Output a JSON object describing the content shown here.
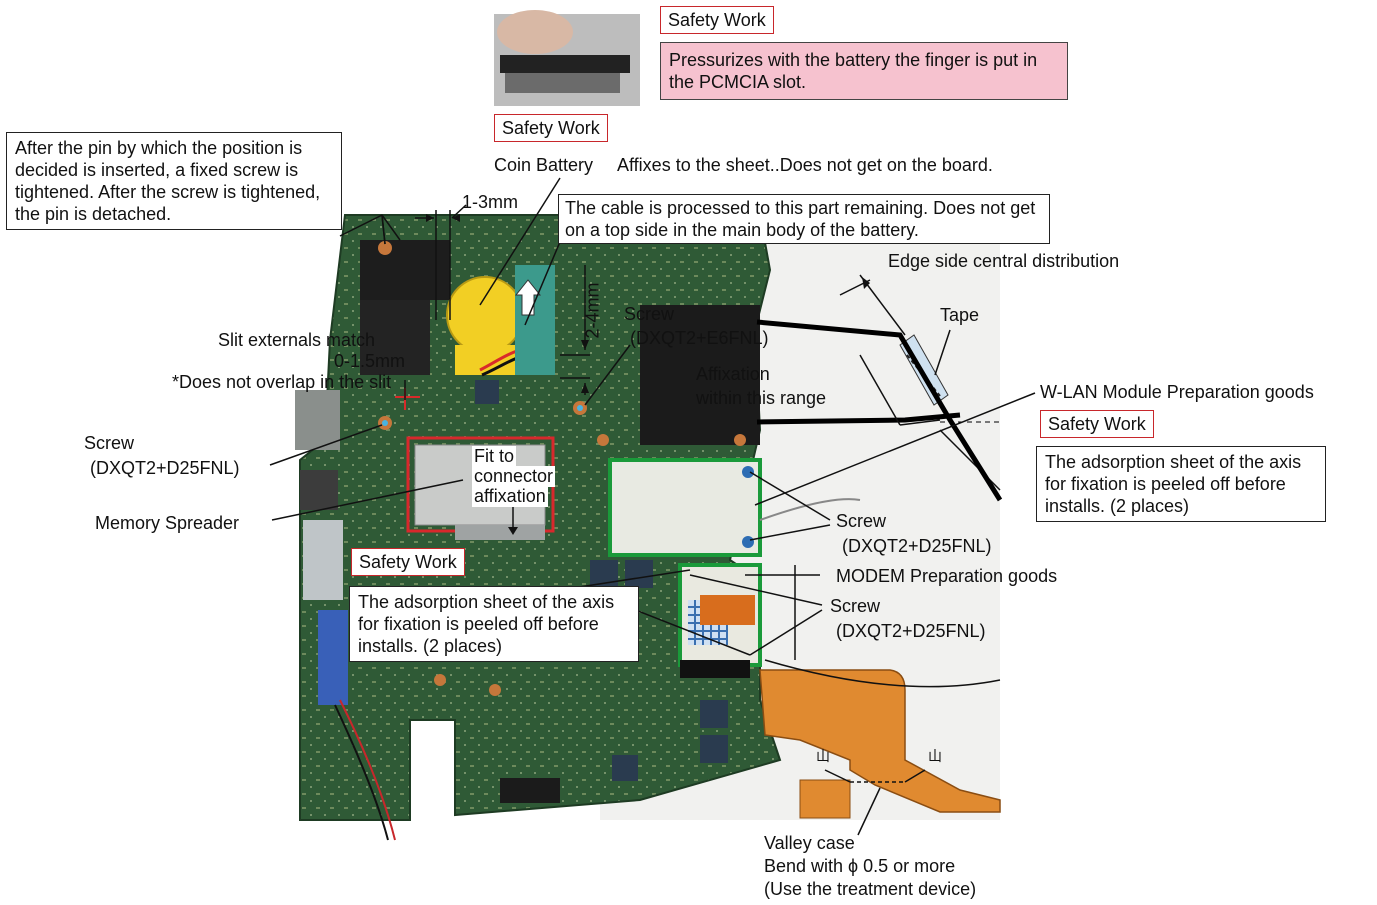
{
  "safety_work_label": "Safety Work",
  "top_note": "Pressurizes with the battery the finger is put in the PCMCIA slot.",
  "pin_note": "After the pin by which the position is decided is inserted, a fixed screw is tightened. After the screw is tightened, the pin is detached.",
  "gap_1_3": "1-3mm",
  "coin_battery": "Coin Battery",
  "affixes_note": "Affixes  to the sheet..Does not get on the board.",
  "cable_note": "The cable is processed to this part remaining. Does not get on a top side in the main body of the battery.",
  "edge_side": "Edge side central distribution",
  "gap_2_4": "2-4mm",
  "screw_e6": {
    "label": "Screw",
    "part": "(DXQT2+E6FNL)"
  },
  "tape": "Tape",
  "slit": {
    "line1": "Slit externals match",
    "line2": "0-1.5mm",
    "line3": "*Does not overlap in the slit"
  },
  "affixation_range": {
    "line1": "Affixation",
    "line2": "within this range"
  },
  "wlan": "W-LAN Module Preparation goods",
  "screw_left": {
    "label": "Screw",
    "part": "(DXQT2+D25FNL)"
  },
  "fit_connector": {
    "line1": "Fit to",
    "line2": "connector",
    "line3": "affixation"
  },
  "adsorption_note": "The adsorption sheet of the axis for fixation is peeled off before installs. (2 places)",
  "memory_spreader": "Memory Spreader",
  "screw_wlan": {
    "label": "Screw",
    "part": "(DXQT2+D25FNL)"
  },
  "modem": "MODEM Preparation goods",
  "screw_modem": {
    "label": "Screw",
    "part": "(DXQT2+D25FNL)"
  },
  "mountain_mark": "山",
  "valley": {
    "line1": "Valley case",
    "line2": "Bend with  ϕ 0.5 or more",
    "line3": "(Use the treatment device)"
  },
  "colors": {
    "board": "#2f5a36",
    "safety_border": "#c8272b",
    "pink": "#f6c2cf",
    "module_border": "#1a9a3a",
    "flex": "#d9822b"
  }
}
